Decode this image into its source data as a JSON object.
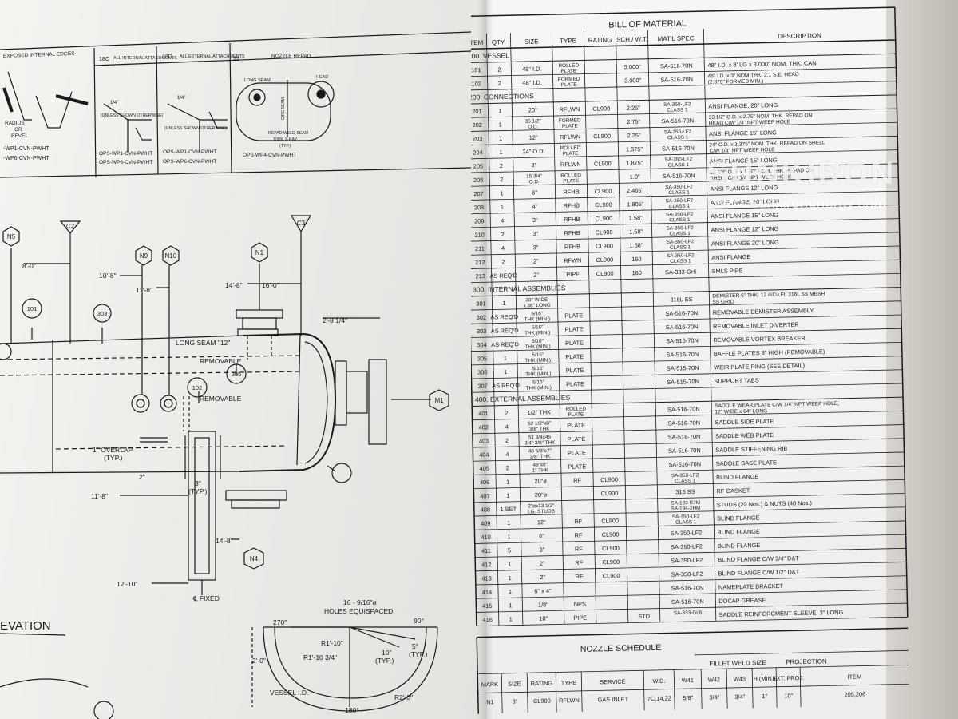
{
  "detail_boxes": [
    {
      "top_label": "EXPOSED INTERNAL EDGES",
      "notes": [
        "RADIUS",
        "OR",
        "BEVEL"
      ],
      "codes": [
        "-WP1-CVN-PWHT",
        "-WP6-CVN-PWHT"
      ]
    },
    {
      "number": "18C",
      "title": "ALL INTERNAL ATTACHMENTS",
      "dim": "1/4\"",
      "note": "(UNLESS SHOWN OTHERWISE)",
      "codes": [
        "OPS-WP1-CVN-PWHT",
        "OPS-WP6-CVN-PWHT"
      ]
    },
    {
      "number": "18D",
      "title": "ALL EXTERNAL ATTACHMENTS",
      "dim": "1/4\"",
      "note": "(UNLESS SHOWN OTHERWISE)",
      "codes": [
        "OPS-WP1-CVN-PWHT",
        "OPS-WP6-CVN-PWHT"
      ]
    },
    {
      "number": "22",
      "title": "NOZZLE REPAD",
      "labels": [
        "LONG SEAM",
        "HEAD",
        "CIRC SEAM",
        "REPAD WELD SEAM 100% X-RAY (TYP.)"
      ],
      "codes": [
        "OPS-WP4-CVN-PWHT"
      ]
    }
  ],
  "elevation": {
    "tags": [
      "N5",
      "C2",
      "N9",
      "N10",
      "N1",
      "C3",
      "101",
      "M1",
      "N4"
    ],
    "circle_tags": [
      "101",
      "303",
      "305",
      "102"
    ],
    "dims": [
      "8'-0\"",
      "10'-8\"",
      "11'-8\"",
      "14'-8\"",
      "16'-0\"",
      "2'-8 1/4\"",
      "1\" OVERLAP",
      "(TYP.)",
      "2\"",
      "3\"",
      "(TYP.)",
      "11'-8\"",
      "14'-8\"",
      "12'-10\""
    ],
    "labels": [
      "LONG SEAM \"12\"",
      "REMOVABLE",
      "REMOVABLE",
      "℄ FIXED"
    ],
    "view_title": "EVATION"
  },
  "saddle_detail": {
    "labels": [
      "16 - 9/16\"ø",
      "HOLES EQUISPACED",
      "270°",
      "90°",
      "R1'-10\"",
      "R1'-10 3/4\"",
      "5\"",
      "(TYP.)",
      "10\"",
      "(TYP.)",
      "2'-0\"",
      "VESSEL I.D.",
      "R2'-0\"",
      "180°"
    ]
  },
  "bom": {
    "title": "BILL OF MATERIAL",
    "headers": [
      "ITEM",
      "QTY.",
      "SIZE",
      "TYPE",
      "RATING",
      "SCH./ W.T.",
      "MAT'L SPEC",
      "DESCRIPTION"
    ],
    "sections": [
      {
        "title": "100. VESSEL",
        "rows": [
          [
            "101",
            "2",
            "48\" I.D.",
            "ROLLED PLATE",
            "",
            "3.000\"",
            "SA-516-70N",
            "48\" I.D. x 8' LG x 3.000\" NOM. THK. CAN"
          ],
          [
            "102",
            "2",
            "48\" I.D.",
            "FORMED PLATE",
            "",
            "3.000\"",
            "SA-516-70N",
            "48\" I.D. x 3\" NOM THK. 2:1 S.E. HEAD (2.875\" FORMED MIN.)"
          ]
        ]
      },
      {
        "title": "200. CONNECTIONS",
        "rows": [
          [
            "201",
            "1",
            "20\"",
            "RFLWN",
            "CL900",
            "2.25\"",
            "SA-350-LF2 CLASS 1",
            "ANSI FLANGE, 20\" LONG"
          ],
          [
            "202",
            "1",
            "35 1/2\" O.D.",
            "FORMED PLATE",
            "",
            "2.75\"",
            "SA-516-70N",
            "33 1/2\" O.D. x 2.75\" NOM. THK. REPAD ON HEAD C/W 1/4\" NPT WEEP HOLE"
          ],
          [
            "203",
            "1",
            "12\"",
            "RFLWN",
            "CL900",
            "2.25\"",
            "SA-350-LF2 CLASS 1",
            "ANSI FLANGE 15\" LONG"
          ],
          [
            "204",
            "1",
            "24\" O.D.",
            "ROLLED PLATE",
            "",
            "1.375\"",
            "SA-516-70N",
            "24\" O.D. x 1.375\" NOM. THK. REPAD ON SHELL C/W 1/4\" NPT WEEP HOLE"
          ],
          [
            "205",
            "2",
            "8\"",
            "RFLWN",
            "CL900",
            "1.875\"",
            "SA-350-LF2 CLASS 1",
            "ANSI FLANGE 15\" LONG"
          ],
          [
            "206",
            "2",
            "15 3/4\" O.D.",
            "ROLLED PLATE",
            "",
            "1.0\"",
            "SA-516-70N",
            "15 3/4\" O.D. x 1.00\" NOM. THK. REPAD ON SHELL C/W 1/4 NPT WEEP HOLE"
          ],
          [
            "207",
            "1",
            "6\"",
            "RFHB",
            "CL900",
            "2.465\"",
            "SA-350-LF2 CLASS 1",
            "ANSI FLANGE 12\" LONG"
          ],
          [
            "208",
            "1",
            "4\"",
            "RFHB",
            "CL900",
            "1.805\"",
            "SA-350-LF2 CLASS 1",
            "ANSI FLANGE, 20\" LONG"
          ],
          [
            "209",
            "4",
            "3\"",
            "RFHB",
            "CL900",
            "1.58\"",
            "SA-350-LF2 CLASS 1",
            "ANSI FLANGE 15\" LONG"
          ],
          [
            "210",
            "2",
            "3\"",
            "RFHB",
            "CL900",
            "1.58\"",
            "SA-350-LF2 CLASS 1",
            "ANSI FLANGE 12\" LONG"
          ],
          [
            "211",
            "4",
            "3\"",
            "RFHB",
            "CL900",
            "1.58\"",
            "SA-350-LF2 CLASS 1",
            "ANSI FLANGE 20\" LONG"
          ],
          [
            "212",
            "2",
            "2\"",
            "RFWN",
            "CL900",
            "160",
            "SA-350-LF2 CLASS 1",
            "ANSI FLANGE"
          ],
          [
            "213",
            "AS REQ'D",
            "2\"",
            "PIPE",
            "CL900",
            "160",
            "SA-333-Gr6",
            "SMLS PIPE"
          ]
        ]
      },
      {
        "title": "300. INTERNAL ASSEMBLIES",
        "rows": [
          [
            "301",
            "1",
            "30\" WIDE x 36\" LONG",
            "",
            "",
            "",
            "316L SS",
            "DEMISTER 6\" THK. 12 #/Cu.Ft. 316L SS MESH SS GRID"
          ],
          [
            "302",
            "AS REQ'D",
            "5/16\" THK (MIN.)",
            "PLATE",
            "",
            "",
            "SA-516-70N",
            "REMOVABLE DEMISTER ASSEMBLY"
          ],
          [
            "303",
            "AS REQ'D",
            "5/16\" THK (MIN.)",
            "PLATE",
            "",
            "",
            "SA-516-70N",
            "REMOVABLE INLET DIVERTER"
          ],
          [
            "304",
            "AS REQ'D",
            "5/16\" THK (MIN.)",
            "PLATE",
            "",
            "",
            "SA-516-70N",
            "REMOVABLE VORTEX BREAKER"
          ],
          [
            "305",
            "1",
            "5/16\" THK (MIN.)",
            "PLATE",
            "",
            "",
            "SA-516-70N",
            "BAFFLE PLATES 8\" HIGH (REMOVABLE)"
          ],
          [
            "306",
            "1",
            "5/16\" THK (MIN.)",
            "PLATE",
            "",
            "",
            "SA-515-70N",
            "WEIR PLATE RING (SEE DETAIL)"
          ],
          [
            "307",
            "AS REQ'D",
            "5/16\" THK (MIN.)",
            "PLATE",
            "",
            "",
            "SA-515-70N",
            "SUPPORT TABS"
          ]
        ]
      },
      {
        "title": "400. EXTERNAL ASSEMBLIES",
        "rows": [
          [
            "401",
            "2",
            "1/2\" THK",
            "ROLLED PLATE",
            "",
            "",
            "SA-516-70N",
            "SADDLE WEAR PLATE C/W 1/4\" NPT WEEP HOLE, 12\" WIDE x 64\" LONG"
          ],
          [
            "402",
            "4",
            "52 1/2\"x8\" 3/8\" THK",
            "PLATE",
            "",
            "",
            "SA-516-70N",
            "SADDLE SIDE PLATE"
          ],
          [
            "403",
            "2",
            "51 3/4x45 3/4\" 3/8\" THK",
            "PLATE",
            "",
            "",
            "SA-516-70N",
            "SADDLE WEB PLATE"
          ],
          [
            "404",
            "4",
            "40 5/8\"x7\" 3/8\" THK",
            "PLATE",
            "",
            "",
            "SA-516-70N",
            "SADDLE STIFFENING RIB"
          ],
          [
            "405",
            "2",
            "48\"x8\" 1\" THK",
            "PLATE",
            "",
            "",
            "SA-516-70N",
            "SADDLE BASE PLATE"
          ],
          [
            "406",
            "1",
            "20\"ø",
            "RF",
            "CL900",
            "",
            "SA-350-LF2 CLASS 1",
            "BLIND FLANGE"
          ],
          [
            "407",
            "1",
            "20\"ø",
            "",
            "CL900",
            "",
            "316 SS",
            "RF GASKET"
          ],
          [
            "408",
            "1 SET",
            "2\"øx13 1/2\" LG. STUDS",
            "",
            "",
            "",
            "SA-193-B7M SA-194-2HM",
            "STUDS (20 Nos.) & NUTS (40 Nos.)"
          ],
          [
            "409",
            "1",
            "12\"",
            "RF",
            "CL900",
            "",
            "SA-350-LF2 CLASS 1",
            "BLIND FLANGE"
          ],
          [
            "410",
            "1",
            "6\"",
            "RF",
            "CL900",
            "",
            "SA-350-LF2",
            "BLIND FLANGE"
          ],
          [
            "411",
            "5",
            "3\"",
            "RF",
            "CL900",
            "",
            "SA-350-LF2",
            "BLIND FLANGE"
          ],
          [
            "412",
            "1",
            "2\"",
            "RF",
            "CL900",
            "",
            "SA-350-LF2",
            "BLIND FLANGE C/W 3/4\" D&T"
          ],
          [
            "413",
            "1",
            "2\"",
            "RF",
            "CL900",
            "",
            "SA-350-LF2",
            "BLIND FLANGE C/W 1/2\" D&T"
          ],
          [
            "414",
            "1",
            "6\" x 4\"",
            "",
            "",
            "",
            "SA-516-70N",
            "NAMEPLATE BRACKET"
          ],
          [
            "415",
            "1",
            "1/8\"",
            "NPS",
            "",
            "",
            "SA-516-70N",
            "DOCAP GREASE"
          ],
          [
            "416",
            "1",
            "10\"",
            "PIPE",
            "",
            "STD",
            "SA-333-Gr.6",
            "SADDLE REINFORCMENT SLEEVE, 3\" LONG"
          ]
        ]
      }
    ]
  },
  "nozzle_schedule": {
    "title": "NOZZLE SCHEDULE",
    "group_headers": [
      "FILLET WELD SIZE",
      "PROJECTION"
    ],
    "headers": [
      "MARK",
      "SIZE",
      "RATING",
      "TYPE",
      "SERVICE",
      "W.D.",
      "W41",
      "W42",
      "W43",
      "H (MIN.)",
      "EXT. PROJ.",
      "ITEM"
    ],
    "rows": [
      [
        "N1",
        "8\"",
        "CL900",
        "RFLWN",
        "GAS INLET",
        "7C,14,22",
        "5/8\"",
        "3/4\"",
        "3/4\"",
        "1\"",
        "10\"",
        "205,206"
      ]
    ]
  },
  "watermark": {
    "brand": "SUNKIRON",
    "url": "www.sunkironenergy.com"
  },
  "colors": {
    "paper": "#f3f3f0",
    "ink": "#1a1a1a",
    "background": "#cfcac4"
  }
}
